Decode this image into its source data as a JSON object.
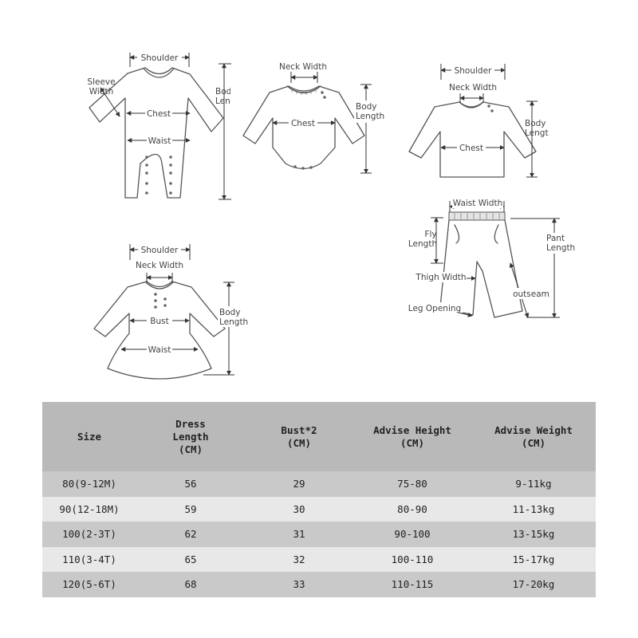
{
  "labels": {
    "romper": {
      "shoulder": "Shoulder",
      "sleeve_width": [
        "Sleeve",
        "Width"
      ],
      "chest": "Chest",
      "waist": "Waist",
      "body_length": [
        "Body",
        "Length"
      ]
    },
    "bodysuit": {
      "neck_width": "Neck Width",
      "chest": "Chest",
      "body_length": [
        "Body",
        "Length"
      ]
    },
    "shirt": {
      "shoulder": "Shoulder",
      "neck_width": "Neck Width",
      "chest": "Chest",
      "body_length": [
        "Body",
        "Length"
      ]
    },
    "dress": {
      "shoulder": "Shoulder",
      "neck_width": "Neck Width",
      "bust": "Bust",
      "waist": "Waist",
      "body_length": [
        "Body",
        "Length"
      ]
    },
    "pants": {
      "waist_width": "Waist Width",
      "fly_length": [
        "Fly",
        "Length"
      ],
      "pant_length": [
        "Pant",
        "Length"
      ],
      "thigh_width": "Thigh Width",
      "outseam": "outseam",
      "leg_opening": "Leg Opening"
    }
  },
  "table": {
    "headers": [
      "Size",
      "Dress\nLength\n(CM)",
      "Bust*2\n(CM)",
      "Advise Height\n(CM)",
      "Advise Weight\n(CM)"
    ],
    "rows": [
      [
        "80(9-12M)",
        "56",
        "29",
        "75-80",
        "9-11kg"
      ],
      [
        "90(12-18M)",
        "59",
        "30",
        "80-90",
        "11-13kg"
      ],
      [
        "100(2-3T)",
        "62",
        "31",
        "90-100",
        "13-15kg"
      ],
      [
        "110(3-4T)",
        "65",
        "32",
        "100-110",
        "15-17kg"
      ],
      [
        "120(5-6T)",
        "68",
        "33",
        "110-115",
        "17-20kg"
      ]
    ]
  }
}
